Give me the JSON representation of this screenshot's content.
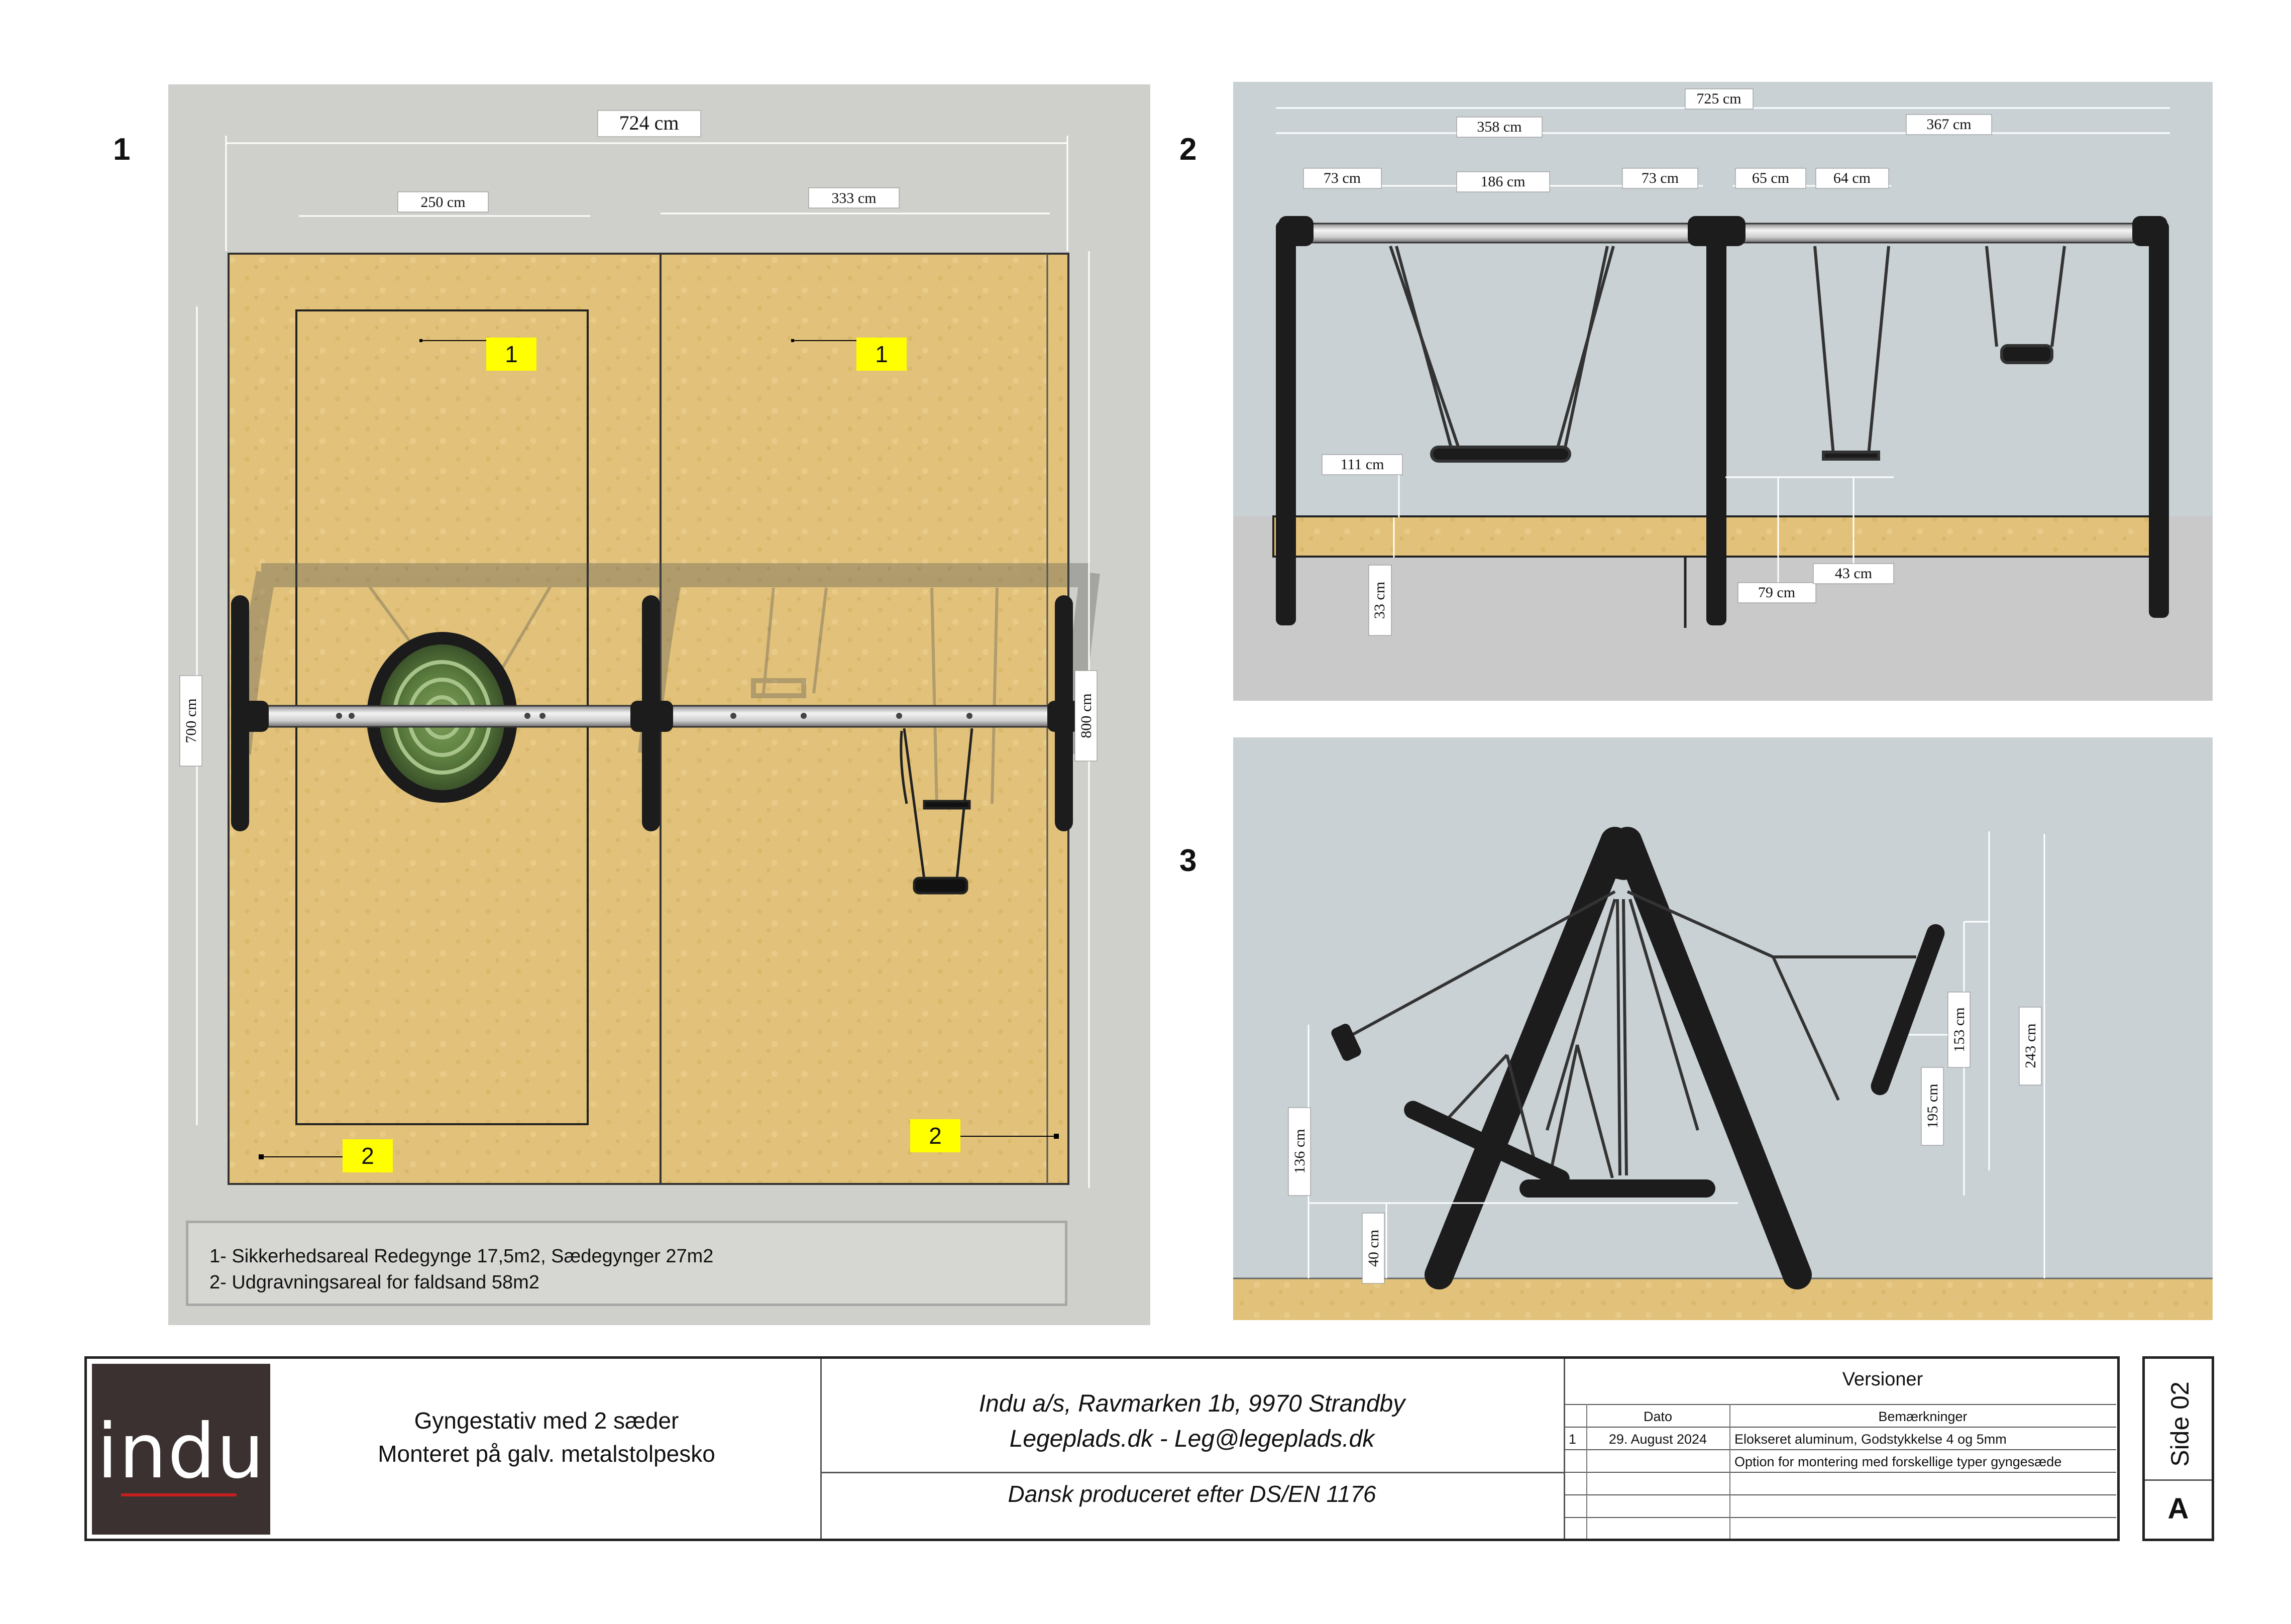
{
  "views": [
    {
      "number": "1"
    },
    {
      "number": "2"
    },
    {
      "number": "3"
    }
  ],
  "view1": {
    "dims": {
      "overall_width": "724 cm",
      "width_left": "250 cm",
      "width_right": "333 cm",
      "depth_left": "700 cm",
      "depth_right": "800 cm"
    },
    "markers": [
      "1",
      "1",
      "2",
      "2"
    ]
  },
  "view2": {
    "dims": {
      "overall": "725 cm",
      "left_bay": "358 cm",
      "right_bay": "367 cm",
      "left_edge": "73 cm",
      "left_seat": "186 cm",
      "left_right_edge": "73 cm",
      "right_a": "65 cm",
      "right_b": "64 cm",
      "seat_height": "111 cm",
      "ground_height": "33 cm",
      "d79": "79 cm",
      "d43": "43 cm"
    }
  },
  "view3": {
    "dims": {
      "h136": "136 cm",
      "h40": "40 cm",
      "h153": "153 cm",
      "h195": "195 cm",
      "h243": "243 cm"
    }
  },
  "legend": {
    "line1": "1- Sikkerhedsareal Redegynge 17,5m2, Sædegynger 27m2",
    "line2": "2- Udgravningsareal for faldsand 58m2"
  },
  "title_block": {
    "logo_text": "indu",
    "subject_line1": "Gyngestativ med 2 sæder",
    "subject_line2": "Monteret på galv. metalstolpesko",
    "company_line1": "Indu a/s, Ravmarken 1b, 9970 Strandby",
    "company_line2": "Legeplads.dk - Leg@legeplads.dk",
    "standard": "Dansk produceret efter DS/EN 1176",
    "versions_title": "Versioner",
    "col_date": "Dato",
    "col_notes": "Bemærkninger",
    "rows": [
      {
        "no": "1",
        "date": "29. August 2024",
        "note": "Elokseret aluminum, Godstykkelse 4 og 5mm"
      },
      {
        "no": "",
        "date": "",
        "note": "Option for montering med forskellige typer gyngesæde"
      }
    ],
    "side": "Side 02",
    "revision": "A"
  },
  "colors": {
    "panel_grey": "#cfcfcb",
    "sand": "#e2c27a",
    "sky": "#c9d1d4",
    "marker_yellow": "#ffff00",
    "frame_black": "#1c1c1c"
  }
}
